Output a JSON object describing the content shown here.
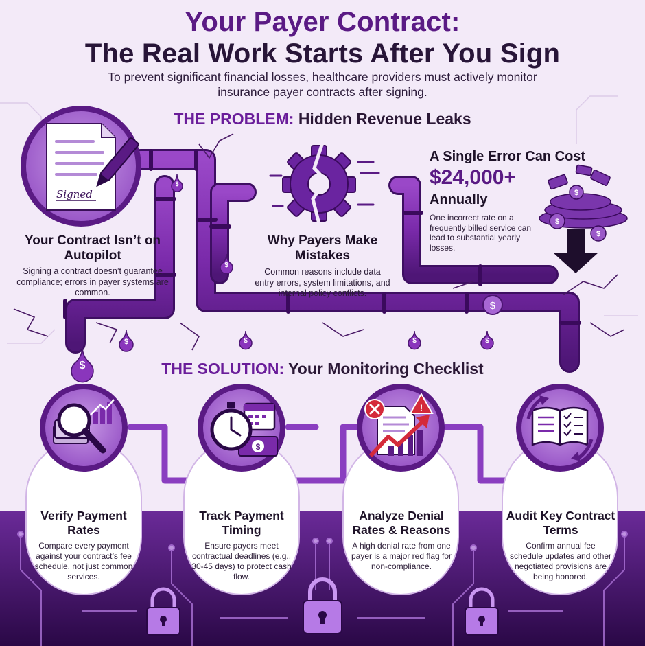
{
  "header": {
    "title_line1": "Your Payer Contract:",
    "title_line2": "The Real Work Starts After You Sign",
    "subtitle": "To prevent significant financial losses, healthcare providers must actively monitor insurance payer contracts after signing."
  },
  "problem": {
    "keyword": "THE PROBLEM:",
    "heading": "Hidden Revenue Leaks",
    "contract": {
      "title": "Your Contract Isn’t on Autopilot",
      "text": "Signing a contract doesn’t guarantee compliance; errors in payer systems are common.",
      "signature": "Signed"
    },
    "mistakes": {
      "title": "Why Payers Make Mistakes",
      "text": "Common reasons include data entry errors, system limitations, and internal policy conflicts."
    },
    "cost": {
      "label": "A Single Error Can Cost",
      "amount": "$24,000+",
      "unit": "Annually",
      "text": "One incorrect rate on a frequently billed service can lead to substantial yearly losses."
    }
  },
  "solution": {
    "keyword": "THE SOLUTION:",
    "heading": "Your Monitoring Checklist",
    "steps": [
      {
        "title": "Verify Payment Rates",
        "text": "Compare every payment against your contract’s fee schedule, not just common services.",
        "icon": "magnifier-chart-icon"
      },
      {
        "title": "Track Payment Timing",
        "text": "Ensure payers meet contractual deadlines (e.g., 30-45 days) to protect cash flow.",
        "icon": "stopwatch-calendar-icon"
      },
      {
        "title": "Analyze Denial Rates & Reasons",
        "text": "A high denial rate from one payer is a major red flag for non-compliance.",
        "icon": "denial-trend-icon"
      },
      {
        "title": "Audit Key Contract Terms",
        "text": "Confirm annual fee schedule updates and other negotiated provisions are being honored.",
        "icon": "open-book-checklist-icon"
      }
    ]
  },
  "colors": {
    "brand": "#5a1a84",
    "pipe": "#7a2aaa",
    "pipe_dark": "#4a1470",
    "background": "#f3eaf8",
    "footer": "#3a0f5c",
    "alert_red": "#d42a3a"
  },
  "icons": [
    "document-pen-icon",
    "broken-gear-icon",
    "money-pile-icon",
    "down-arrow-icon",
    "dollar-drop-icon",
    "lock-icon",
    "circuit-icon"
  ]
}
